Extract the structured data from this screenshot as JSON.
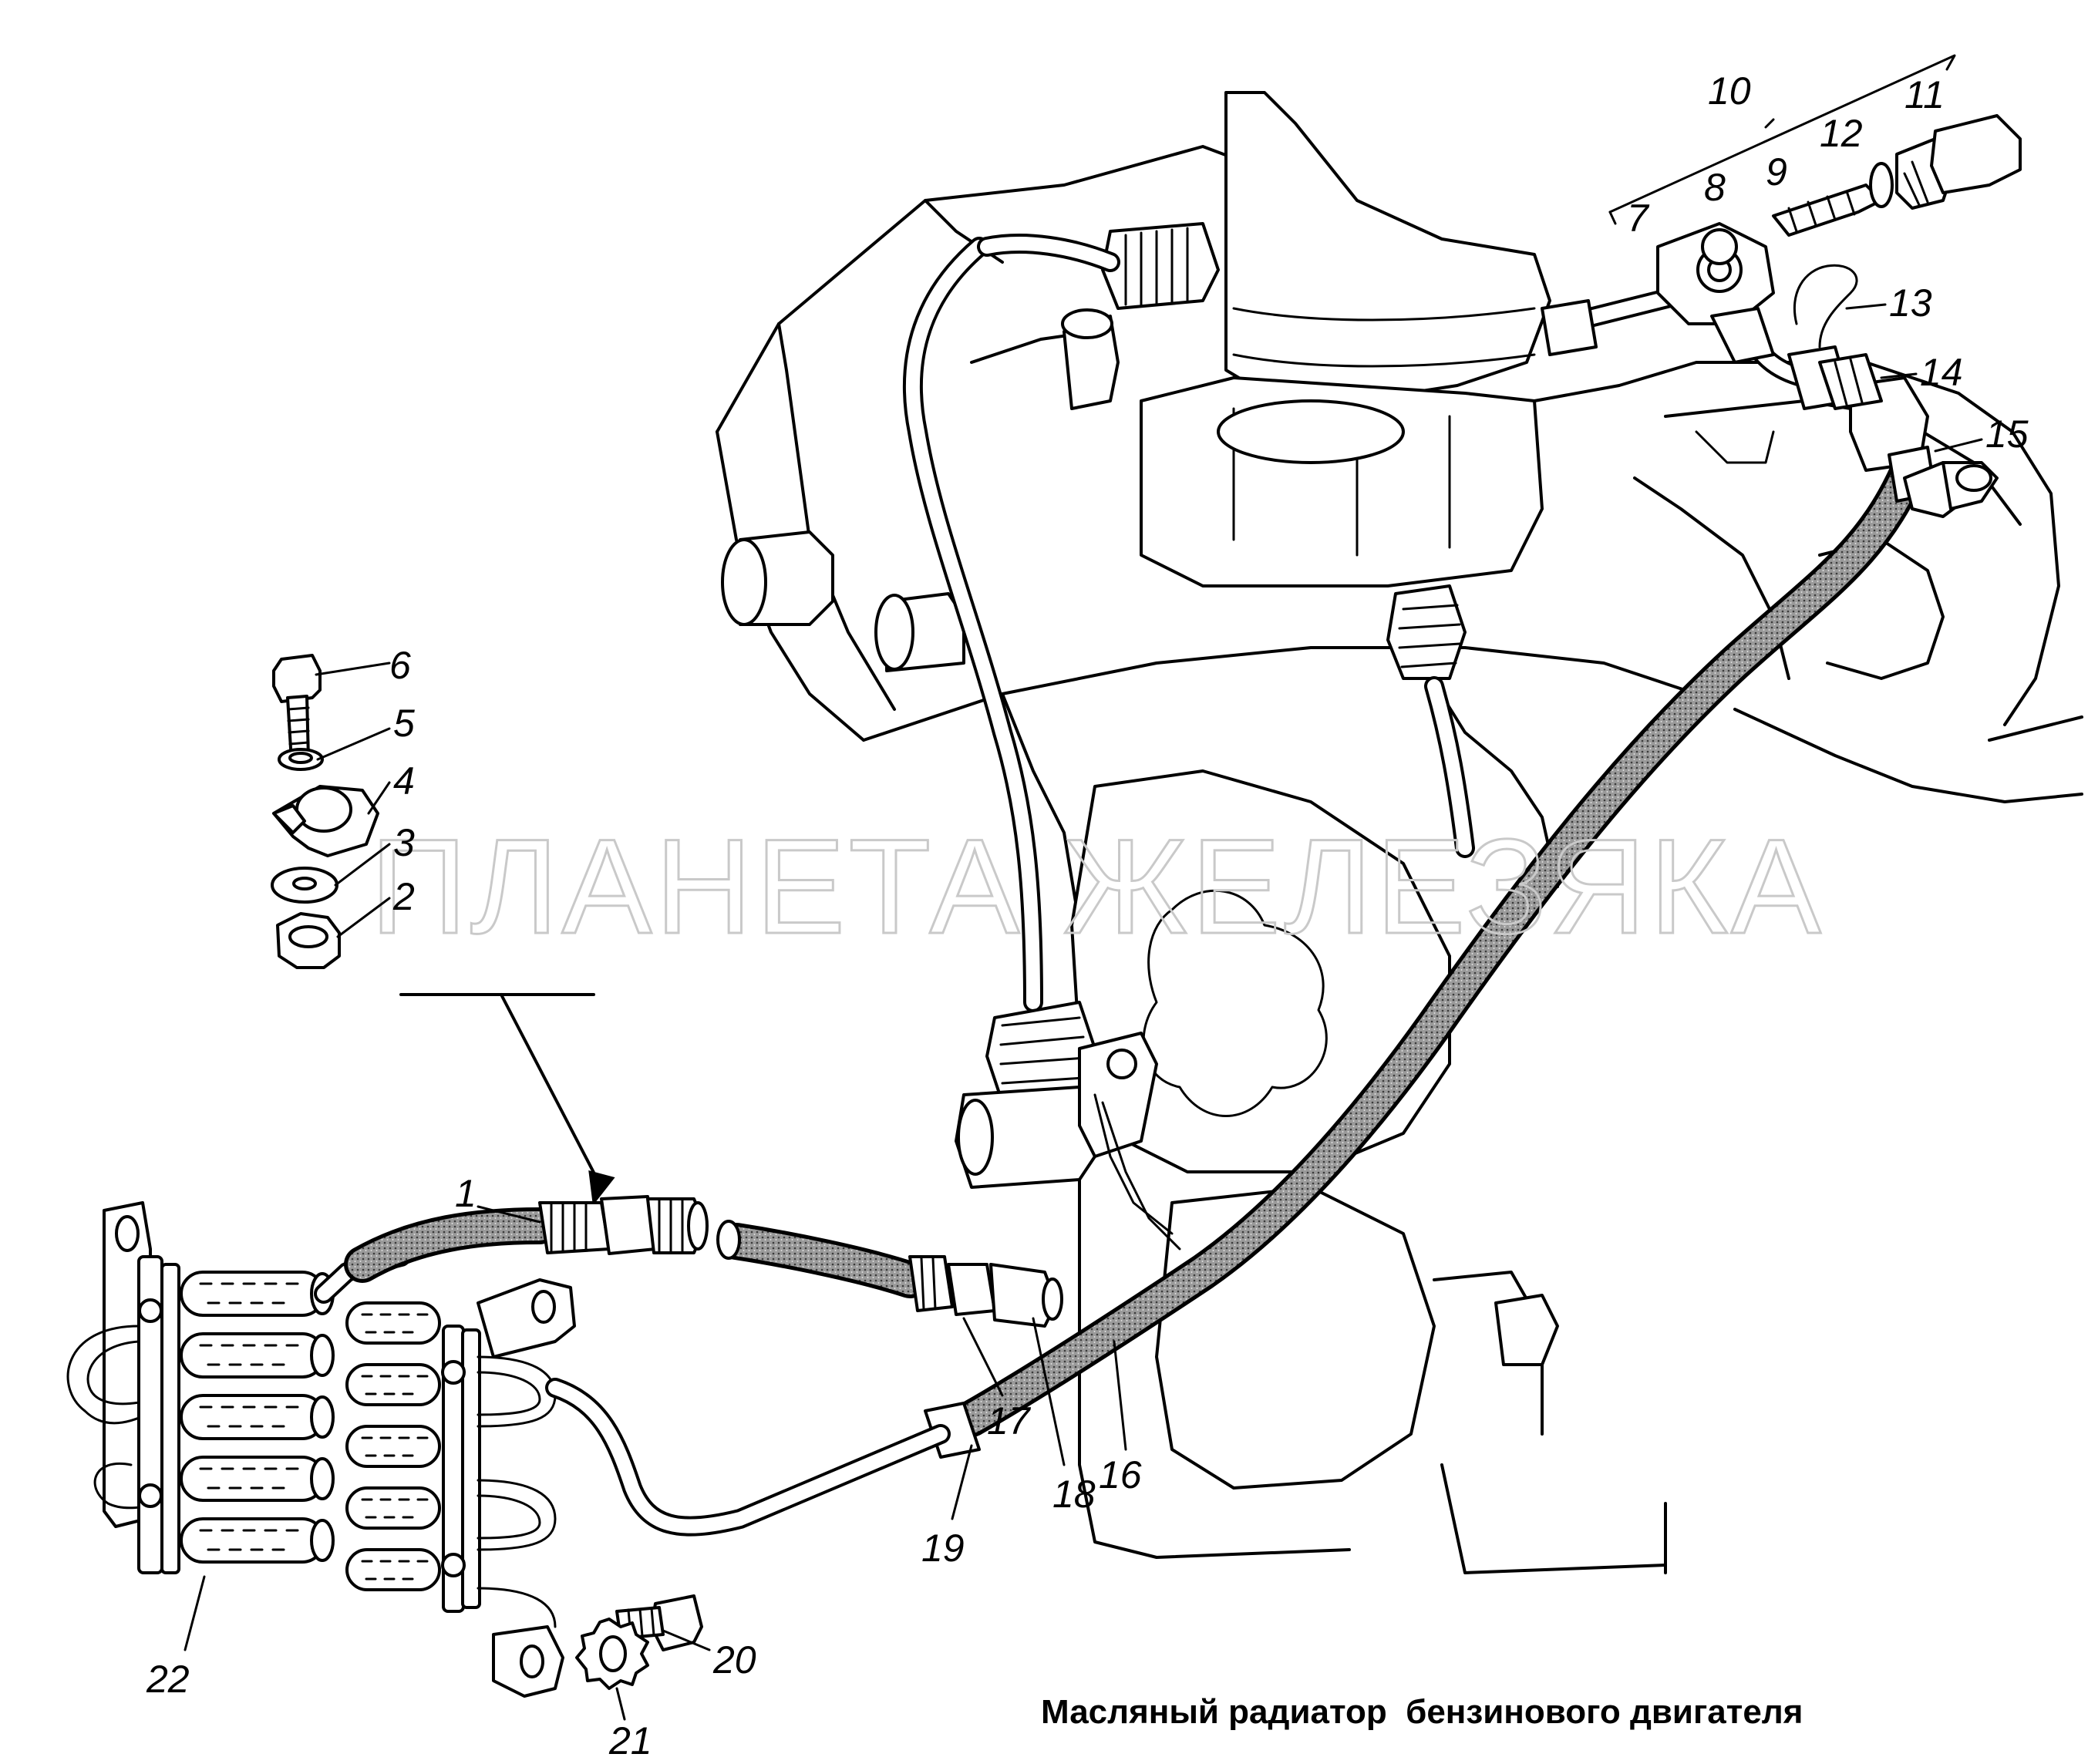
{
  "caption": "Масляный радиатор  бензинового двигателя",
  "watermark": "ПЛАНЕТА ЖЕЛЕЗЯКА",
  "hose_fill_color": "#8c8c8c",
  "callouts": {
    "p1": "1",
    "p2": "2",
    "p3": "3",
    "p4": "4",
    "p5": "5",
    "p6": "6",
    "p7": "7",
    "p8": "8",
    "p9": "9",
    "p10": "10",
    "p11": "11",
    "p12": "12",
    "p13": "13",
    "p14": "14",
    "p15": "15",
    "p16": "16",
    "p17": "17",
    "p18": "18",
    "p19": "19",
    "p20": "20",
    "p21": "21",
    "p22": "22"
  }
}
